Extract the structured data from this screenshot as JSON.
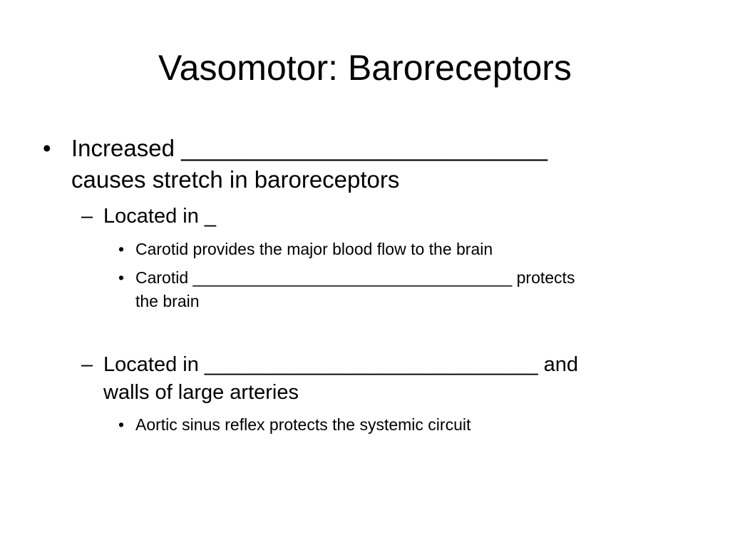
{
  "slide": {
    "title": "Vasomotor:  Baroreceptors",
    "bullets": [
      {
        "marker": "•",
        "lines": [
          "Increased ____________________________",
          "causes stretch in baroreceptors"
        ]
      },
      {
        "marker": "–",
        "lines": [
          "Located in _"
        ]
      },
      {
        "marker": "•",
        "lines": [
          "Carotid provides the major blood flow to the brain"
        ]
      },
      {
        "marker": "•",
        "lines": [
          "Carotid ___________________________________ protects",
          "the brain"
        ]
      },
      {
        "marker": "–",
        "lines": [
          "Located in _____________________________ and",
          "walls of large arteries"
        ]
      },
      {
        "marker": "•",
        "lines": [
          "Aortic sinus reflex protects the systemic circuit"
        ]
      }
    ]
  }
}
